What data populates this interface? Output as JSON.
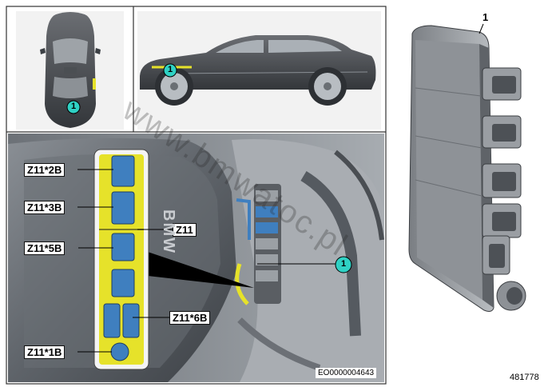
{
  "part_number_label": "1",
  "callout_number": "1",
  "connector_labels": {
    "z11_2b": "Z11*2B",
    "z11_3b": "Z11*3B",
    "z11_5b": "Z11*5B",
    "z11": "Z11",
    "z11_6b": "Z11*6B",
    "z11_1b": "Z11*1B"
  },
  "engine_brand_text": "BMW",
  "diagram_code": "EO0000004643",
  "catalog_number": "481778",
  "watermark_text": "www.bmwatoc.pl",
  "colors": {
    "callout_fill": "#2fd1c4",
    "highlight_yellow": "#e6e22a",
    "connector_blue": "#3f7fbf"
  }
}
